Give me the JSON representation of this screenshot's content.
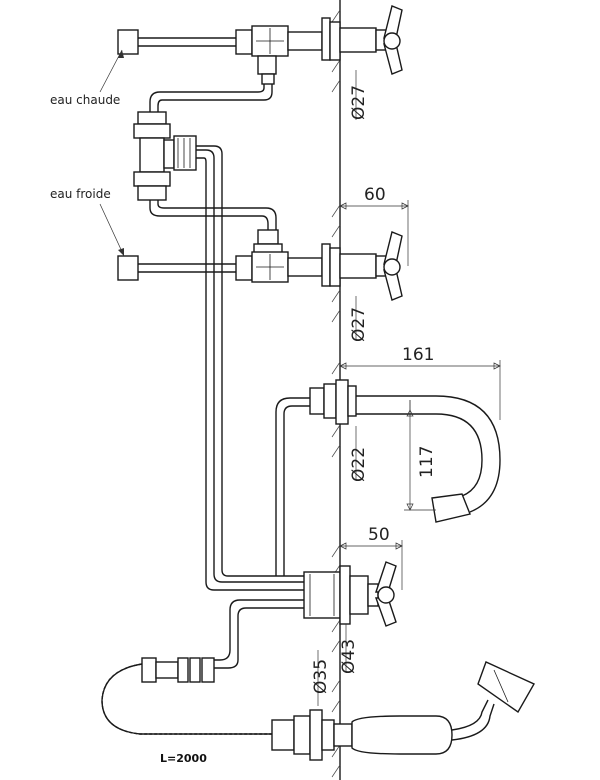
{
  "labels": {
    "hot_water": "eau chaude",
    "cold_water": "eau froide",
    "hose_length": "L=2000"
  },
  "dimensions": {
    "hot_diameter": "Ø27",
    "cold_diameter": "Ø27",
    "cold_projection": "60",
    "spout_reach": "161",
    "spout_height": "117",
    "spout_diameter": "Ø22",
    "diverter_projection": "50",
    "diverter_diameter": "Ø43",
    "handshower_diameter": "Ø35"
  }
}
